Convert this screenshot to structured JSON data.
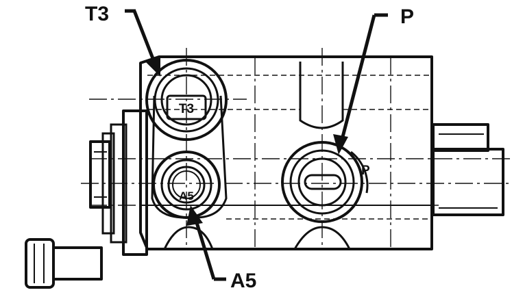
{
  "callouts": {
    "t3": "T3",
    "p": "P",
    "a5": "A5"
  },
  "port_markings": {
    "t3": "T3",
    "p": "P",
    "a5": "A5"
  }
}
